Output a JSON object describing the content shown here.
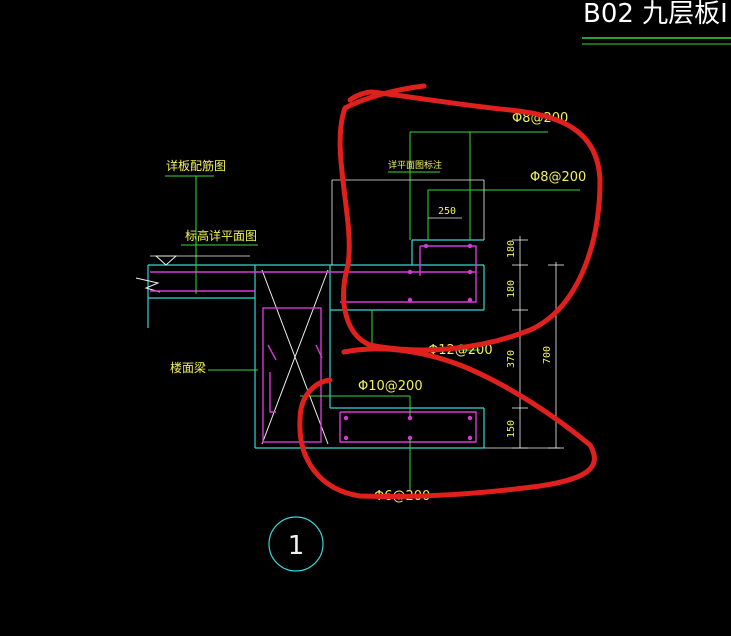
{
  "title": "B02 九层板Ⅰ",
  "labels": {
    "detail_ref": "详板配筋图",
    "elev_ref": "标高详平面图",
    "slab_detail_ref": "详平面图标注",
    "beam": "楼面梁",
    "rebar_top_outer": "Φ8@200",
    "rebar_top_inner": "Φ8@200",
    "rebar_mid": "Φ12@200",
    "rebar_bottom_top": "Φ10@200",
    "rebar_bottom": "Φ6@200",
    "dim_250": "250",
    "dim_180a": "180",
    "dim_180b": "180",
    "dim_370": "370",
    "dim_700": "700",
    "dim_150": "150",
    "detail_no": "1"
  },
  "colors": {
    "background": "#000000",
    "concrete": "#35d6d6",
    "rebar": "#d63ad6",
    "leader": "#3ad63a",
    "dimension": "#f0f0f0",
    "text": "#f2f25a",
    "markup": "#e0201c"
  }
}
